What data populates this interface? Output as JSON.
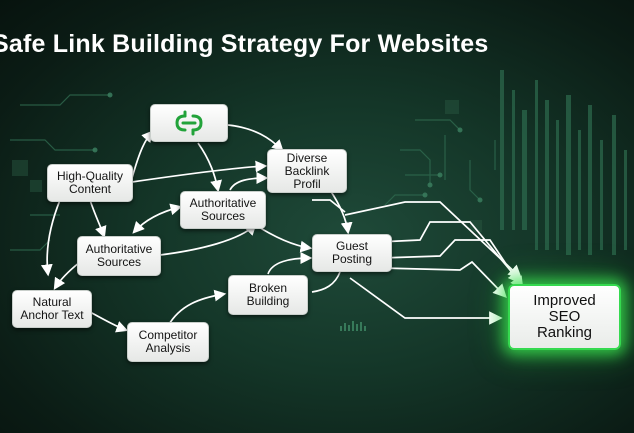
{
  "title": "Safe Link Building Strategy For Websites",
  "nodes": {
    "icon_box": {
      "icon": "link-chain-icon"
    },
    "high_quality_content": {
      "line1": "High-Quality",
      "line2": "Content"
    },
    "diverse_backlink": {
      "line1": "Diverse",
      "line2": "Backlink",
      "line3": "Profil"
    },
    "authoritative_sources_top": {
      "line1": "Authoritative",
      "line2": "Sources"
    },
    "authoritative_sources_left": {
      "line1": "Authoritative",
      "line2": "Sources"
    },
    "guest_posting": {
      "line1": "Guest",
      "line2": "Posting"
    },
    "natural_anchor": {
      "line1": "Natural",
      "line2": "Anchor Text"
    },
    "broken_building": {
      "line1": "Broken",
      "line2": "Building"
    },
    "competitor_analysis": {
      "line1": "Competitor",
      "line2": "Analysis"
    },
    "improved_seo": {
      "line1": "Improved",
      "line2": "SEO",
      "line3": "Ranking"
    }
  },
  "colors": {
    "accent_green": "#35d94f",
    "background": "#143628",
    "node_fill": "#ffffff",
    "arrow": "#ffffff"
  }
}
